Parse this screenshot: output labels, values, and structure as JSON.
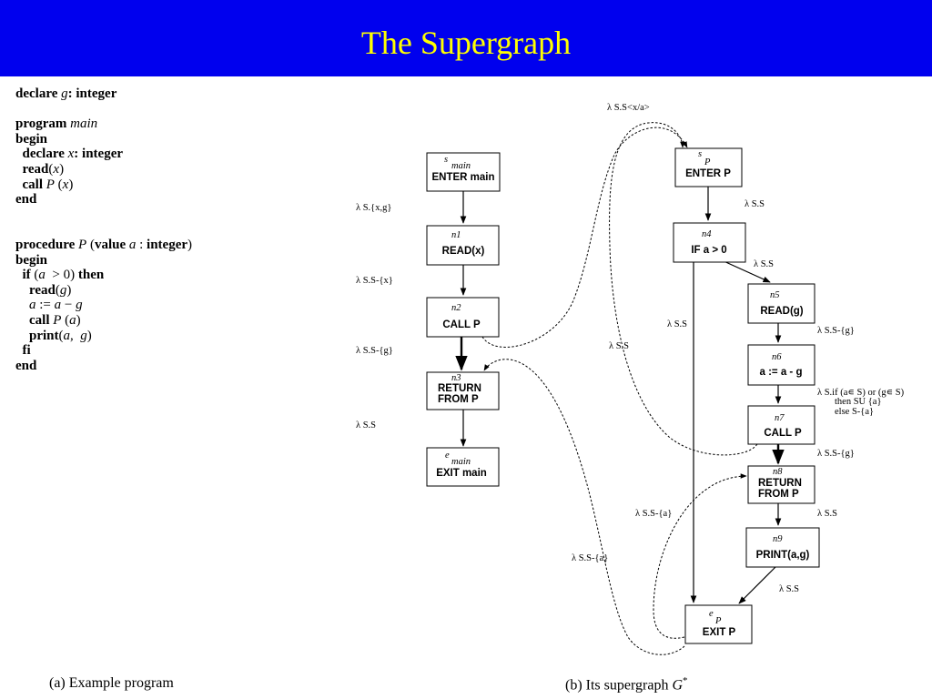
{
  "title": "The Supergraph",
  "colors": {
    "title_bg": "#0000ee",
    "title_fg": "#ffff00"
  },
  "program": [
    [
      {
        "t": "declare",
        "s": "kw"
      },
      {
        "t": " g",
        "s": "it"
      },
      {
        "t": ": integer",
        "s": "kw"
      }
    ],
    [],
    [
      {
        "t": "program",
        "s": "kw"
      },
      {
        "t": " main",
        "s": "it"
      }
    ],
    [
      {
        "t": "begin",
        "s": "kw"
      }
    ],
    [
      {
        "t": "  declare",
        "s": "kw"
      },
      {
        "t": " x",
        "s": "it"
      },
      {
        "t": ": integer",
        "s": "kw"
      }
    ],
    [
      {
        "t": "  read",
        "s": "kw"
      },
      {
        "t": "("
      },
      {
        "t": "x",
        "s": "it"
      },
      {
        "t": ")"
      }
    ],
    [
      {
        "t": "  call",
        "s": "kw"
      },
      {
        "t": " P",
        "s": "it"
      },
      {
        "t": " ("
      },
      {
        "t": "x",
        "s": "it"
      },
      {
        "t": ")"
      }
    ],
    [
      {
        "t": "end",
        "s": "kw"
      }
    ],
    [],
    [],
    [
      {
        "t": "procedure",
        "s": "kw"
      },
      {
        "t": " P",
        "s": "it"
      },
      {
        "t": " ("
      },
      {
        "t": "value",
        "s": "kw"
      },
      {
        "t": " a",
        "s": "it"
      },
      {
        "t": " : "
      },
      {
        "t": "integer",
        "s": "kw"
      },
      {
        "t": ")"
      }
    ],
    [
      {
        "t": "begin",
        "s": "kw"
      }
    ],
    [
      {
        "t": "  if",
        "s": "kw"
      },
      {
        "t": " ("
      },
      {
        "t": "a",
        "s": "it"
      },
      {
        "t": "  > 0) "
      },
      {
        "t": "then",
        "s": "kw"
      }
    ],
    [
      {
        "t": "    read",
        "s": "kw"
      },
      {
        "t": "("
      },
      {
        "t": "g",
        "s": "it"
      },
      {
        "t": ")"
      }
    ],
    [
      {
        "t": "    a",
        "s": "it"
      },
      {
        "t": " := "
      },
      {
        "t": "a",
        "s": "it"
      },
      {
        "t": " − "
      },
      {
        "t": "g",
        "s": "it"
      }
    ],
    [
      {
        "t": "    call",
        "s": "kw"
      },
      {
        "t": " P",
        "s": "it"
      },
      {
        "t": " ("
      },
      {
        "t": "a",
        "s": "it"
      },
      {
        "t": ")"
      }
    ],
    [
      {
        "t": "    print",
        "s": "kw"
      },
      {
        "t": "("
      },
      {
        "t": "a",
        "s": "it"
      },
      {
        "t": ",  "
      },
      {
        "t": "g",
        "s": "it"
      },
      {
        "t": ")"
      }
    ],
    [
      {
        "t": "  fi",
        "s": "kw"
      }
    ],
    [
      {
        "t": "end",
        "s": "kw"
      }
    ]
  ],
  "nodes": {
    "smain": {
      "id": "s",
      "sub": "main",
      "label": "ENTER main"
    },
    "n1": {
      "id": "n1",
      "label": "READ(x)"
    },
    "n2": {
      "id": "n2",
      "label": "CALL P"
    },
    "n3": {
      "id": "n3",
      "label": "RETURN",
      "label2": "FROM P"
    },
    "emain": {
      "id": "e",
      "sub": "main",
      "label": "EXIT main"
    },
    "sP": {
      "id": "s",
      "sub": "P",
      "label": "ENTER P"
    },
    "n4": {
      "id": "n4",
      "label": "IF a > 0"
    },
    "n5": {
      "id": "n5",
      "label": "READ(g)"
    },
    "n6": {
      "id": "n6",
      "label": "a := a - g"
    },
    "n7": {
      "id": "n7",
      "label": "CALL P"
    },
    "n8": {
      "id": "n8",
      "label": "RETURN",
      "label2": "FROM P"
    },
    "n9": {
      "id": "n9",
      "label": "PRINT(a,g)"
    },
    "eP": {
      "id": "e",
      "sub": "P",
      "label": "EXIT P"
    }
  },
  "edge_labels": {
    "call_entry": "λ S.S<x/a>",
    "smain_n1": "λ S.{x,g}",
    "n1_n2": "λ S.S-{x}",
    "n2_n3": "λ S.S-{g}",
    "n3_emain": "λ S.S",
    "sP_n4": "λ S.S",
    "n4_n5": "λ S.S",
    "n4_eP": "λ S.S",
    "n7_sP": "λ S.S",
    "n5_n6": "λ S.S-{g}",
    "n6_n7_l1": "λ S.if (a∊ S) or (g∊ S)",
    "n6_n7_l2": "then SU {a}",
    "n6_n7_l3": "else S-{a}",
    "n7_n8": "λ S.S-{g}",
    "eP_n8": "λ S.S-{a}",
    "eP_n3": "λ S.S-{a}",
    "n8_n9": "λ S.S",
    "n9_eP": "λ S.S"
  },
  "captions": {
    "a": "(a) Example program",
    "b_prefix": "(b) Its supergraph ",
    "b_sym": "G",
    "b_sup": "*"
  }
}
